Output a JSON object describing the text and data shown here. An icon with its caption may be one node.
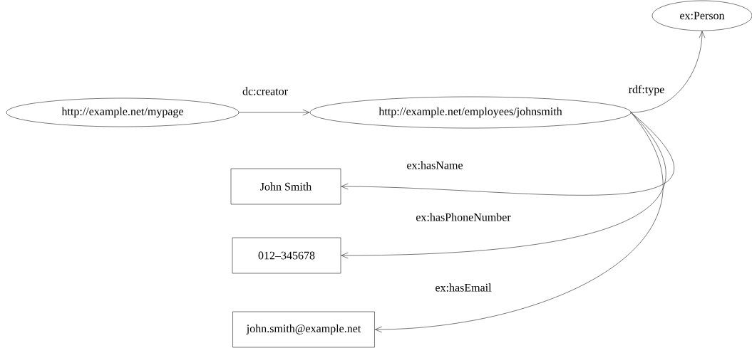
{
  "diagram": {
    "nodes": [
      {
        "text": [
          "http://example.net/mypage"
        ]
      },
      {
        "text": [
          "http://example.net/employees/johnsmith"
        ]
      },
      {
        "text": [
          "ex:Person"
        ]
      },
      {
        "text": [
          "John Smith"
        ]
      },
      {
        "text": [
          "012–345678"
        ]
      },
      {
        "text": [
          "john.smith@example.net"
        ]
      }
    ],
    "edges": [
      {
        "from": 0,
        "to": 1,
        "arrow": "to",
        "label": "dc:creator"
      },
      {
        "from": 1,
        "to": 2,
        "arrow": "to",
        "label": "rdf:type"
      },
      {
        "from": 1,
        "to": 3,
        "arrow": "to",
        "label": "ex:hasName"
      },
      {
        "from": 1,
        "to": 4,
        "arrow": "to",
        "label": "ex:hasPhoneNumber"
      },
      {
        "from": 1,
        "to": 5,
        "arrow": "to",
        "label": "ex:hasEmail"
      }
    ]
  }
}
